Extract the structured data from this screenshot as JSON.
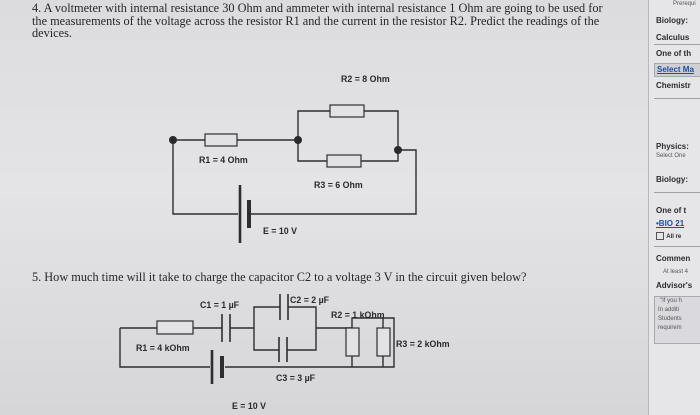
{
  "question4": "4. A voltmeter with internal resistance 30 Ohm and ammeter with internal resistance 1 Ohm are going to be used for the measurements of the voltage across the resistor R1 and the current in the resistor R2. Predict the readings of the devices.",
  "question5": "5. How much time will it take to charge the capacitor C2 to a voltage 3 V in the circuit given below?",
  "circuit1": {
    "r1": "R1 = 4 Ohm",
    "r2": "R2 = 8 Ohm",
    "r3": "R3 = 6 Ohm",
    "e": "E = 10 V"
  },
  "circuit2": {
    "c1": "C1 = 1 µF",
    "c2": "C2 = 2 µF",
    "c3": "C3 = 3 µF",
    "r1": "R1 = 4 kOhm",
    "r2": "R2 = 1 kOhm",
    "r3": "R3 = 2 kOhm",
    "e": "E = 10 V"
  },
  "sidebar": {
    "prereq": "Prerequi",
    "biology1": "Biology:",
    "calculus": "Calculus",
    "one_of": "One of th",
    "select_ma": "Select Ma",
    "chemistry": "Chemistr",
    "physics": "Physics:",
    "select_one": "Select One",
    "biology2": "Biology:",
    "one_of_2": "One of t",
    "bio21": "•BIO 21",
    "all": "All re",
    "comments": "Commen",
    "at_least": "At least 4",
    "advisors": "Advisor's",
    "note1": "\"If you h",
    "note2": "In additi",
    "note3": "Students",
    "note4": "requirem"
  }
}
